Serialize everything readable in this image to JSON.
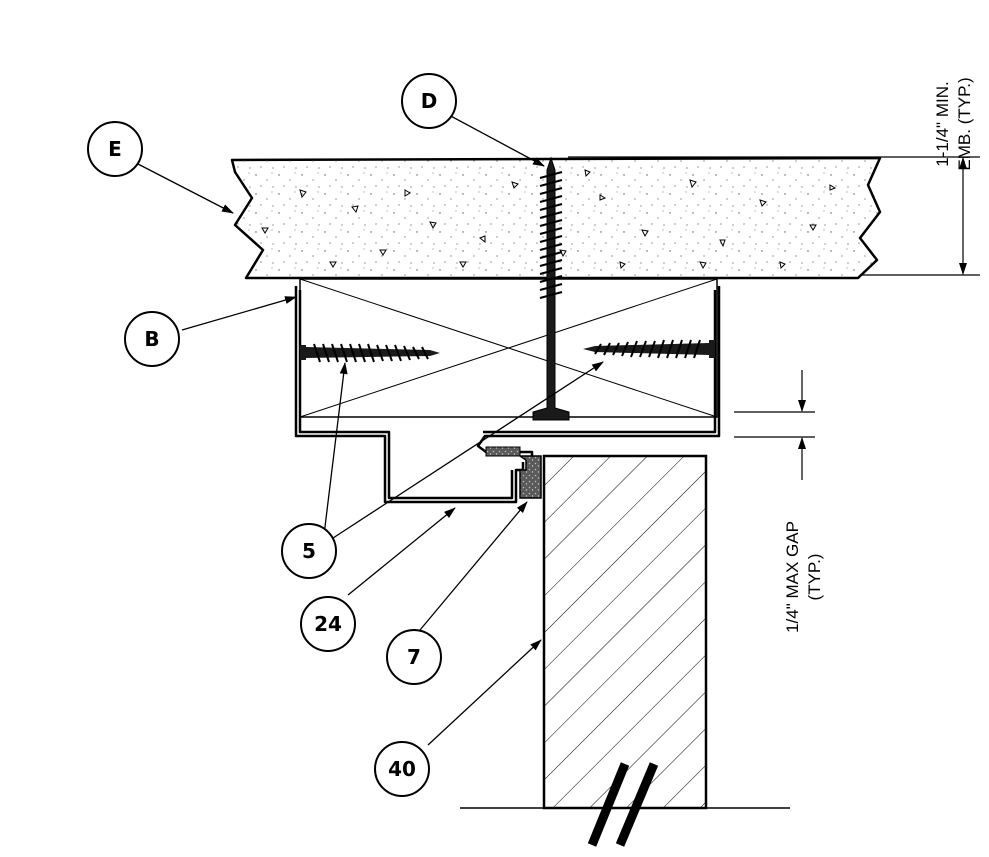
{
  "callouts": {
    "E": "E",
    "D": "D",
    "B": "B",
    "five": "5",
    "twentyfour": "24",
    "seven": "7",
    "forty": "40"
  },
  "notes": {
    "embedment_line1": "1-1/4\" MIN.",
    "embedment_line2": "EMB. (TYP.)",
    "gap_line1": "1/4\" MAX GAP",
    "gap_line2": "(TYP.)"
  },
  "colors": {
    "ink": "#000000",
    "paper": "#ffffff",
    "shim": "#444444"
  }
}
